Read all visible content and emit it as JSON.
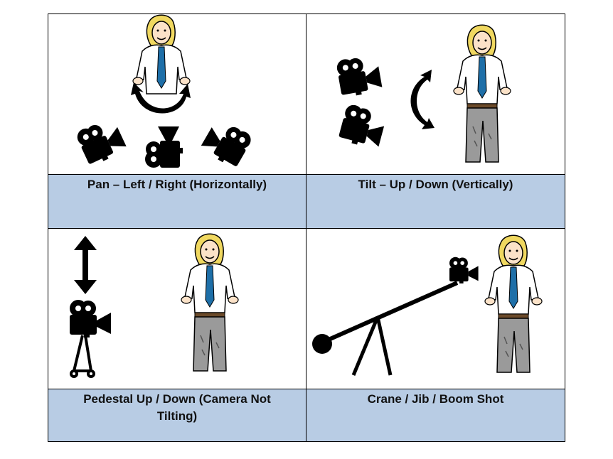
{
  "captions": {
    "pan": "Pan – Left / Right (Horizontally)",
    "tilt": "Tilt – Up / Down (Vertically)",
    "pedestal": "Pedestal Up / Down (Camera Not Tilting)",
    "crane": "Crane / Jib / Boom Shot"
  },
  "colors": {
    "caption_bg": "#b8cce4",
    "tie": "#1e6fa8",
    "hair": "#f0d860",
    "trousers": "#9a9a9a"
  }
}
